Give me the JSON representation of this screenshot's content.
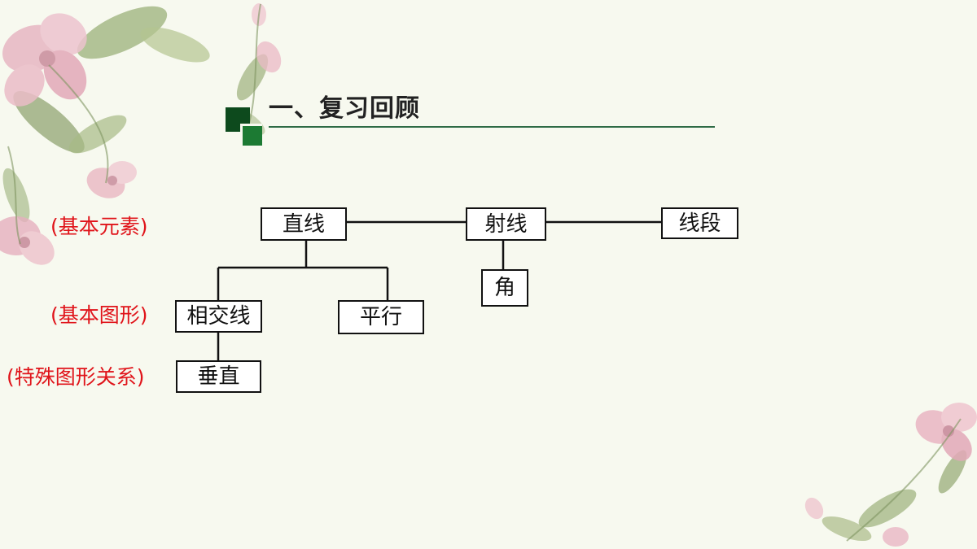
{
  "title": {
    "text": "一、复习回顾",
    "accent_dark": "#0d4a1d",
    "accent_light": "#1c7a33",
    "rule_color": "#2e6b45"
  },
  "diagram": {
    "nodes": {
      "line": "直线",
      "ray": "射线",
      "segment": "线段",
      "angle": "角",
      "intersecting": "相交线",
      "parallel": "平行",
      "perpendicular": "垂直"
    },
    "labels": {
      "basic_elements": "(基本元素)",
      "basic_figures": "(基本图形)",
      "special_relations": "(特殊图形关系)"
    },
    "label_color": "#e0141a"
  },
  "decor": {
    "top_left": "floral-corner-icon",
    "bottom_right": "floral-corner-icon"
  }
}
